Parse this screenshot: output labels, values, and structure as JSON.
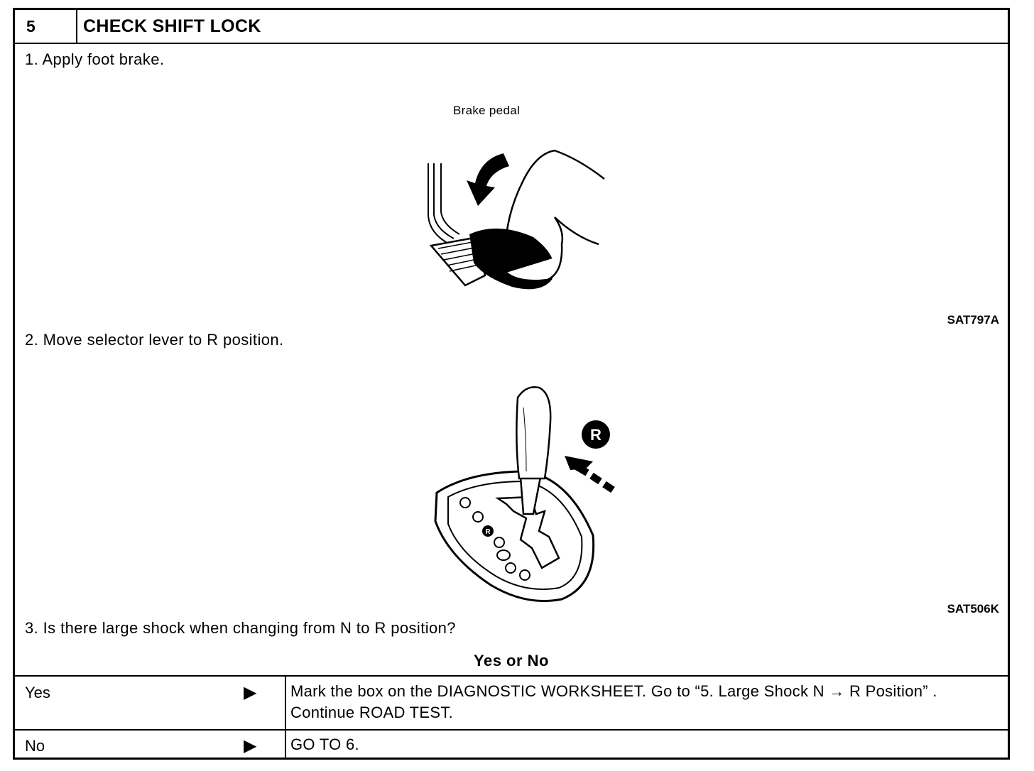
{
  "header": {
    "step_number": "5",
    "title": "CHECK SHIFT LOCK"
  },
  "steps": [
    {
      "text": "1.  Apply foot brake."
    },
    {
      "text": "2.  Move selector lever to R position."
    },
    {
      "text": "3.  Is there large shock when changing from N to R position?"
    }
  ],
  "figures": {
    "brake": {
      "label": "Brake pedal",
      "code": "SAT797A"
    },
    "selector": {
      "badge": "R",
      "code": "SAT506K"
    }
  },
  "question": {
    "label": "Yes or No"
  },
  "answers": [
    {
      "answer": "Yes",
      "arrow": "▶",
      "result": "Mark the box on the DIAGNOSTIC WORKSHEET. Go to “5. Large Shock N → R Position” . Continue ROAD TEST."
    },
    {
      "answer": "No",
      "arrow": "▶",
      "result": "GO TO 6."
    }
  ]
}
